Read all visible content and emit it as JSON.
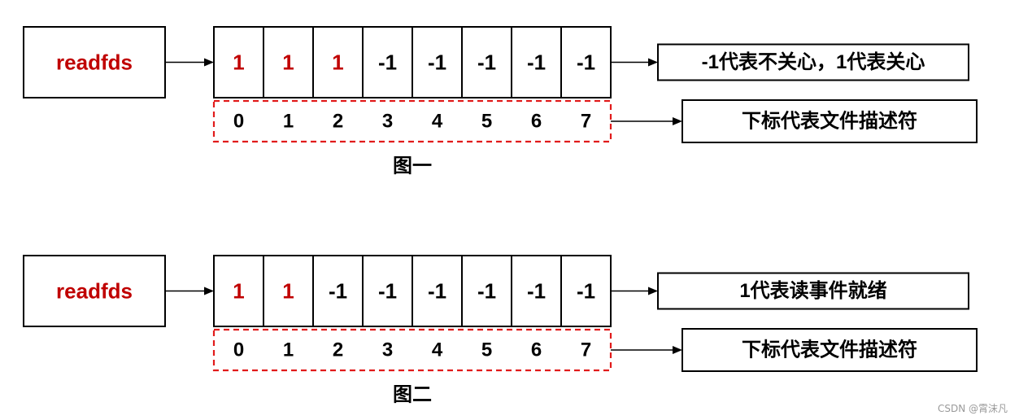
{
  "colors": {
    "set": "#c00000",
    "unset": "#000000",
    "index_border": "#e11b1b"
  },
  "diagrams": [
    {
      "source_label": "readfds",
      "values": [
        "1",
        "1",
        "1",
        "-1",
        "-1",
        "-1",
        "-1",
        "-1"
      ],
      "indices": [
        "0",
        "1",
        "2",
        "3",
        "4",
        "5",
        "6",
        "7"
      ],
      "value_note": "-1代表不关心，1代表关心",
      "index_note": "下标代表文件描述符",
      "caption": "图一"
    },
    {
      "source_label": "readfds",
      "values": [
        "1",
        "1",
        "-1",
        "-1",
        "-1",
        "-1",
        "-1",
        "-1"
      ],
      "indices": [
        "0",
        "1",
        "2",
        "3",
        "4",
        "5",
        "6",
        "7"
      ],
      "value_note": "1代表读事件就绪",
      "index_note": "下标代表文件描述符",
      "caption": "图二"
    }
  ],
  "watermark": "CSDN @霄沫凡"
}
